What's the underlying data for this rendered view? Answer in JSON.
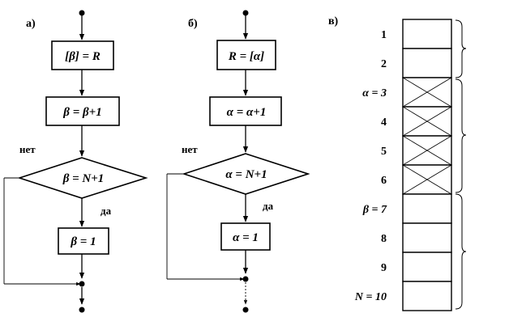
{
  "panel_a": {
    "label": "а)",
    "step1": "[β] = R",
    "step2": "β = β+1",
    "cond": "β = N+1",
    "no": "нет",
    "yes": "да",
    "step3": "β = 1"
  },
  "panel_b": {
    "label": "б)",
    "step1": "R = [α]",
    "step2": "α = α+1",
    "cond": "α = N+1",
    "no": "нет",
    "yes": "да",
    "step3": "α = 1"
  },
  "panel_c": {
    "label": "в)",
    "rows": [
      "1",
      "2",
      "α = 3",
      "4",
      "5",
      "6",
      "β = 7",
      "8",
      "9",
      "N = 10"
    ],
    "crossed_rows": [
      2,
      3,
      4,
      5
    ]
  }
}
